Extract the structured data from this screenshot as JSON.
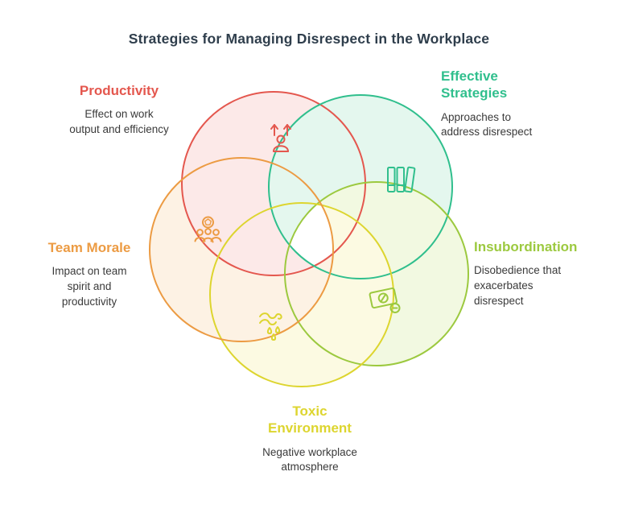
{
  "title": "Strategies for Managing Disrespect in the Workplace",
  "title_color": "#2f3e4c",
  "text_color": "#3a3a3a",
  "background": "#ffffff",
  "nodes": [
    {
      "id": "productivity",
      "label": "Productivity",
      "description": "Effect on work\noutput and efficiency",
      "color": "#e4574e",
      "fill_color": "#fce9e8",
      "icon": "productivity-person-arrows-icon"
    },
    {
      "id": "effective-strategies",
      "label": "Effective\nStrategies",
      "description": "Approaches to\naddress disrespect",
      "color": "#30bf8d",
      "fill_color": "#e4f7ee",
      "icon": "strategy-books-icon"
    },
    {
      "id": "insubordination",
      "label": "Insubordination",
      "description": "Disobedience that\nexacerbates\ndisrespect",
      "color": "#9cc93f",
      "fill_color": "#f2f9e1",
      "icon": "blocked-money-icon"
    },
    {
      "id": "toxic-environment",
      "label": "Toxic\nEnvironment",
      "description": "Negative workplace\natmosphere",
      "color": "#ddd52f",
      "fill_color": "#fcfae2",
      "icon": "toxic-fumes-icon"
    },
    {
      "id": "team-morale",
      "label": "Team Morale",
      "description": "Impact on team\nspirit and\nproductivity",
      "color": "#ec9b43",
      "fill_color": "#fdf2e4",
      "icon": "team-group-icon"
    }
  ]
}
